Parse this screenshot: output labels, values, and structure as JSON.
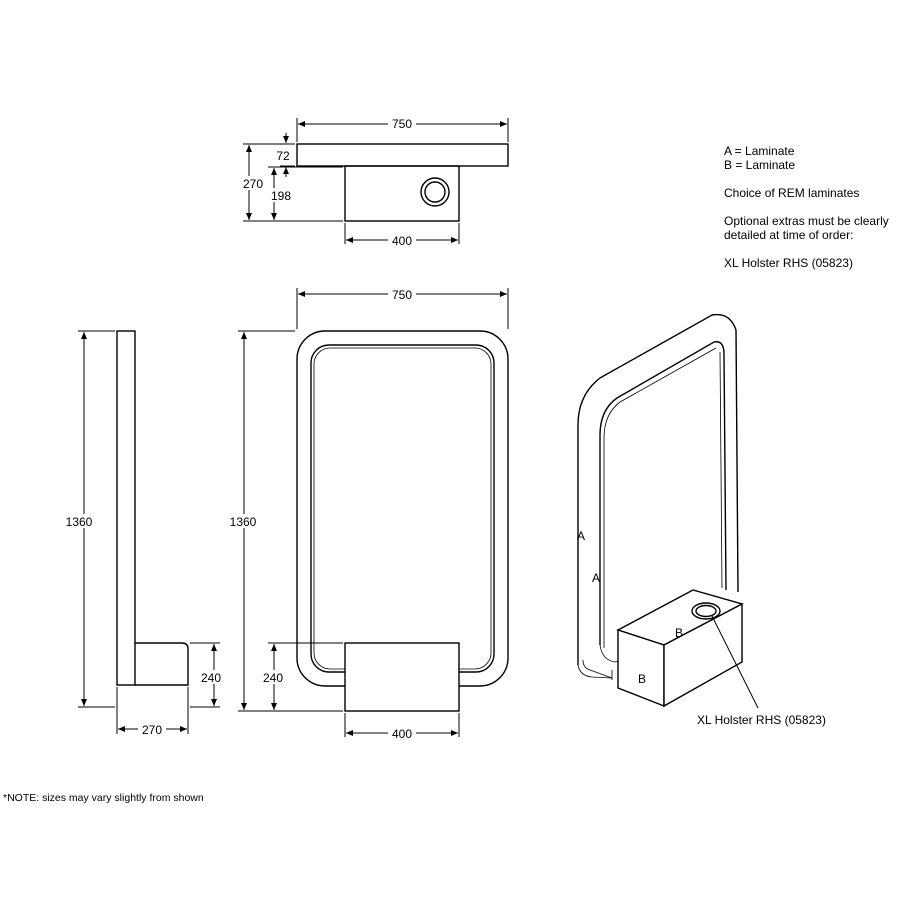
{
  "top_view": {
    "dim_width": "750",
    "dim_top_thickness": "72",
    "dim_total_depth": "270",
    "dim_base_depth": "198",
    "dim_base_width": "400"
  },
  "side_view": {
    "dim_height": "1360",
    "dim_base_height": "240",
    "dim_depth": "270"
  },
  "front_view": {
    "dim_width": "750",
    "dim_height": "1360",
    "dim_base_height": "240",
    "dim_base_width": "400"
  },
  "iso_view": {
    "label_a_outer": "A",
    "label_a_inner": "A",
    "label_b_top": "B",
    "label_b_front": "B",
    "holster_callout": "XL Holster RHS (05823)"
  },
  "notes": {
    "line_a": "A = Laminate",
    "line_b": "B = Laminate",
    "laminates": "Choice of REM laminates",
    "extras_1": "Optional extras must be clearly",
    "extras_2": "detailed at time of order:",
    "holster": "XL Holster RHS (05823)"
  },
  "footnote": "*NOTE: sizes may vary slightly from shown"
}
